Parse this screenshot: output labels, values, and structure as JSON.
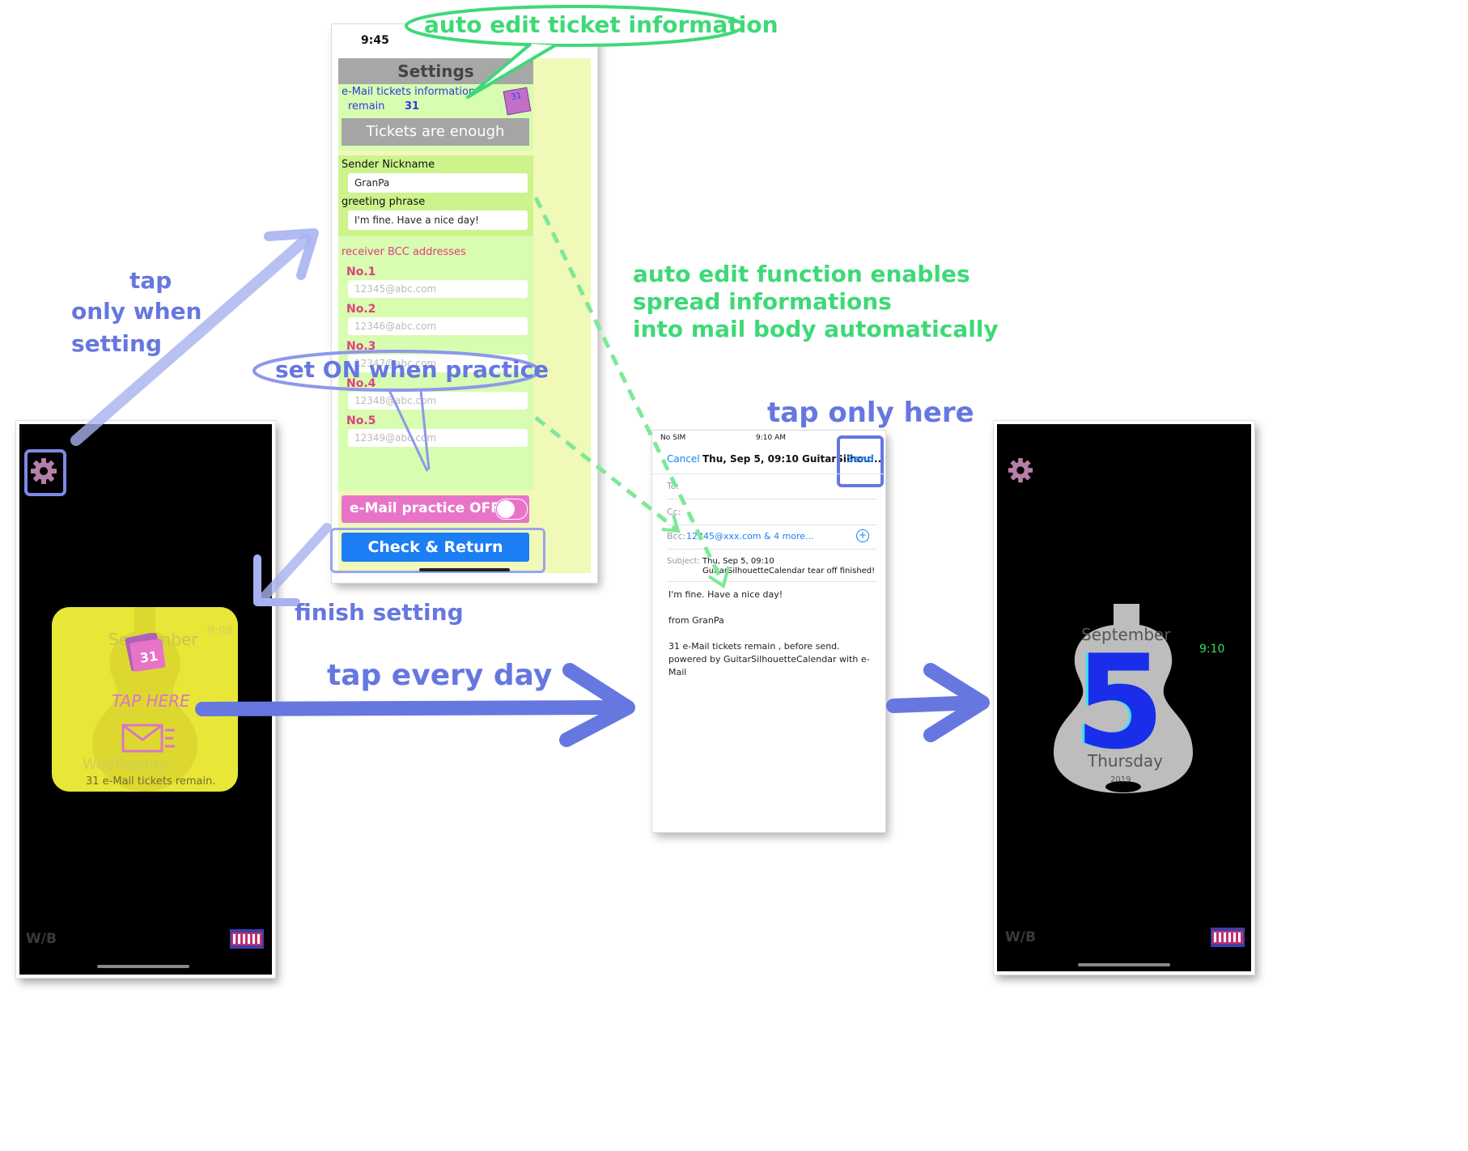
{
  "settings_screen": {
    "time": "9:45",
    "title": "Settings",
    "tickets_info_label": "e-Mail tickets information",
    "remain_label": "remain",
    "remain_value": "31",
    "calendar_icon_day": "31",
    "tickets_button": "Tickets are enough",
    "sender_nickname_label": "Sender Nickname",
    "sender_nickname_value": "GranPa",
    "greeting_label": "greeting phrase",
    "greeting_value": "I'm fine. Have a nice day!",
    "bcc_label": "receiver BCC addresses",
    "bcc_items": [
      {
        "label": "No.1",
        "value": "12345@abc.com"
      },
      {
        "label": "No.2",
        "value": "12346@abc.com"
      },
      {
        "label": "No.3",
        "value": "12347@abc.com"
      },
      {
        "label": "No.4",
        "value": "12348@abc.com"
      },
      {
        "label": "No.5",
        "value": "12349@abc.com"
      }
    ],
    "practice_toggle_label": "e-Mail practice OFF",
    "check_return_button": "Check & Return"
  },
  "home_screen": {
    "tap_time": "9:08",
    "calendar_day": "31",
    "month_faded": "September",
    "tap_here": "TAP HERE",
    "weekday_faded": "Wednesday",
    "tickets_remain": "31 e-Mail tickets remain.",
    "wb_label": "W/B"
  },
  "mail_screen": {
    "carrier": "No SIM",
    "time": "9:10 AM",
    "cancel": "Cancel",
    "subject_title": "Thu, Sep 5, 09:10 GuitarSilhou...",
    "send": "Send",
    "to_label": "To:",
    "cc_label": "Cc:",
    "bcc_label": "Bcc:",
    "bcc_value": "12345@xxx.com & 4 more...",
    "subject_label": "Subject:",
    "subject_line1": "Thu, Sep 5, 09:10",
    "subject_line2": "GuitarSilhouetteCalendar tear off finished!",
    "body_greeting": "I'm fine. Have a nice day!",
    "body_from": "from GranPa",
    "body_tickets": "31 e-Mail tickets remain , before send.",
    "body_powered1": "powered by GuitarSilhouetteCalendar with e-",
    "body_powered2": "Mail"
  },
  "result_screen": {
    "month": "September",
    "day": "5",
    "weekday": "Thursday",
    "year": "2019",
    "time": "9:10",
    "wb_label": "W/B"
  },
  "annotations": {
    "auto_edit_ticket": "auto edit ticket information",
    "tap_line1": "tap",
    "tap_line2": "only when",
    "tap_line3": "setting",
    "auto_edit_func1": "auto edit function enables",
    "auto_edit_func2": "spread informations",
    "auto_edit_func3": "into mail body automatically",
    "set_on_practice": "set ON when practice",
    "tap_only_here": "tap only here",
    "finish_setting": "finish setting",
    "tap_every_day": "tap every day"
  },
  "colors": {
    "annotation_blue": "#6677e0",
    "annotation_green": "#3ed977",
    "settings_bg": "#f0f9b8",
    "settings_panel": "#d8fcb0",
    "yellow_tile": "#e8e636",
    "ios_blue": "#1b7ef5"
  }
}
